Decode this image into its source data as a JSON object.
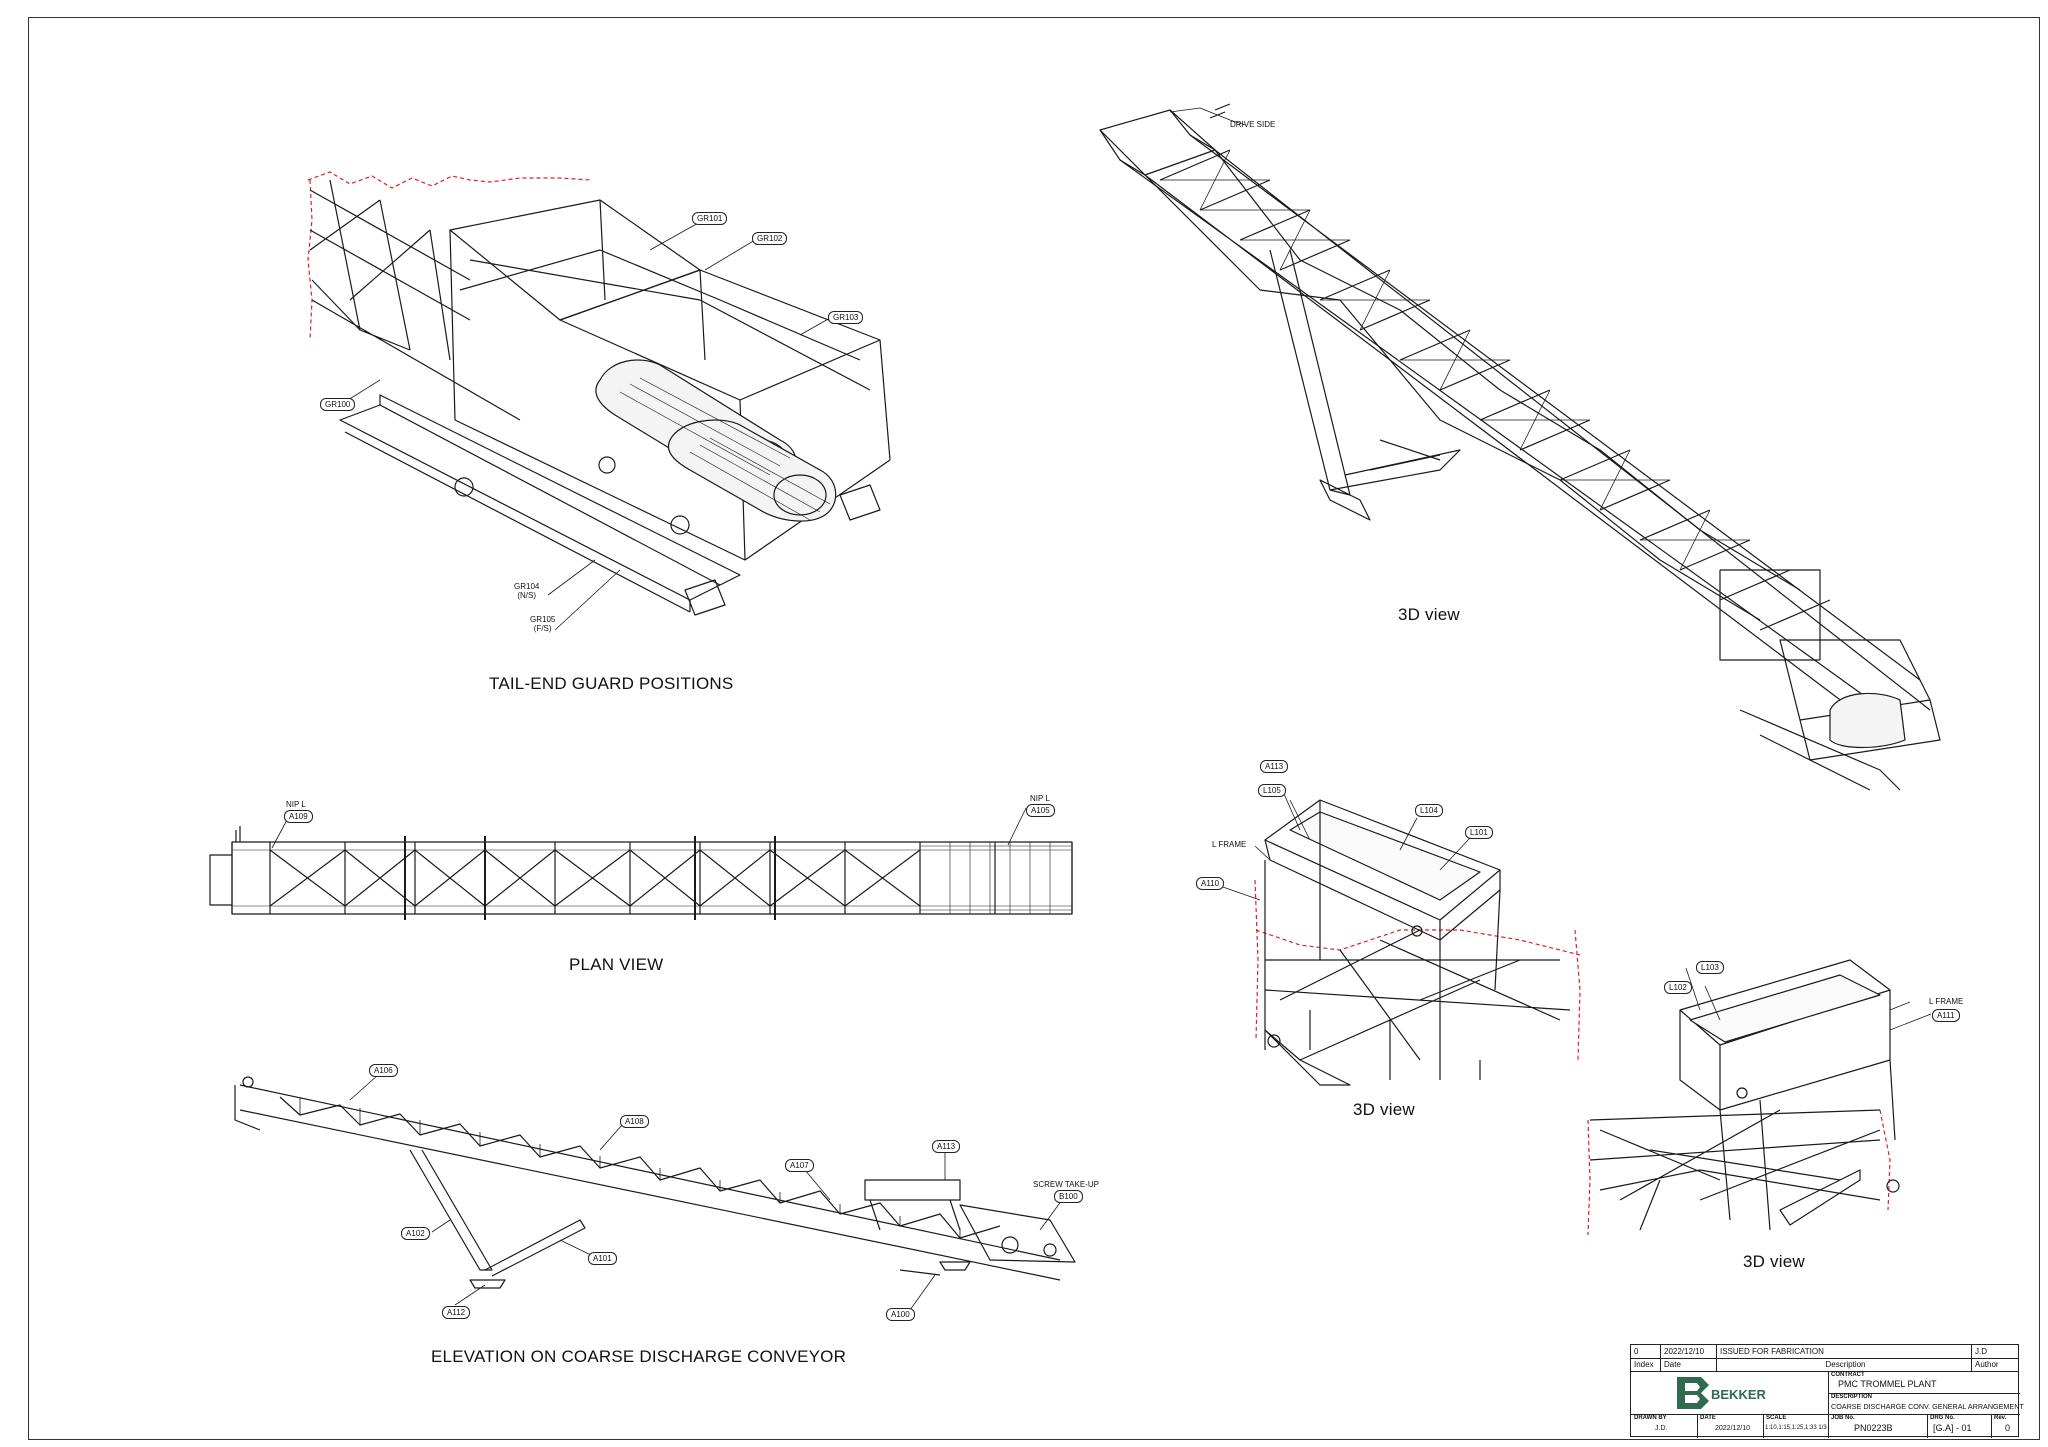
{
  "views": {
    "tail_end_title": "TAIL-END GUARD POSITIONS",
    "view_3d_top": "3D view",
    "plan_title": "PLAN VIEW",
    "elevation_title": "ELEVATION ON  COARSE DISCHARGE CONVEYOR",
    "view_3d_left": "3D view",
    "view_3d_right": "3D view"
  },
  "labels": {
    "gr101": "GR101",
    "gr102": "GR102",
    "gr103": "GR103",
    "gr100": "GR100",
    "gr104": "GR104",
    "gr104_note": "(N/S)",
    "gr105": "GR105",
    "gr105_note": "(F/S)",
    "drive_side": "DRIVE SIDE",
    "nip_l_left": "NIP L",
    "a109": "A109",
    "nip_l_right": "NIP L",
    "a105": "A105",
    "a106": "A106",
    "a108": "A108",
    "a113_elev": "A113",
    "a107": "A107",
    "screw_take_up": "SCREW TAKE-UP",
    "b100": "B100",
    "a102": "A102",
    "a101": "A101",
    "a112": "A112",
    "a100": "A100",
    "a113_3d": "A113",
    "l105": "L105",
    "l104": "L104",
    "l101": "L101",
    "l_frame_left": "L FRAME",
    "a110": "A110",
    "l103": "L103",
    "l102": "L102",
    "l_frame_right": "L FRAME",
    "a111": "A111"
  },
  "title_block": {
    "rev_index": "0",
    "rev_date": "2022/12/10",
    "rev_desc": "ISSUED FOR FABRICATION",
    "rev_author": "J.D",
    "h_index": "Index",
    "h_date": "Date",
    "h_desc": "Description",
    "h_author": "Author",
    "contract_label": "CONTRACT",
    "contract": "PMC TROMMEL PLANT",
    "description_label": "DESCRIPTION",
    "description": "COARSE DISCHARGE CONV. GENERAL ARRANGEMENT",
    "drawn_by_label": "DRAWN BY",
    "drawn_by": "J.D.",
    "date_label": "DATE",
    "date": "2022/12/10",
    "scale_label": "SCALE",
    "scale": "1:10,1:15,1:25,1:33 1/3",
    "job_label": "JOB No.",
    "job": "PN0223B",
    "drg_label": "DRG No.",
    "drg": "[G.A] - 01",
    "rev_label": "Rev.",
    "rev": "0",
    "company": "BEKKER"
  },
  "colors": {
    "line": "#1a1a1a",
    "break_line": "#e02020",
    "logo_green": "#2e6b4f"
  }
}
